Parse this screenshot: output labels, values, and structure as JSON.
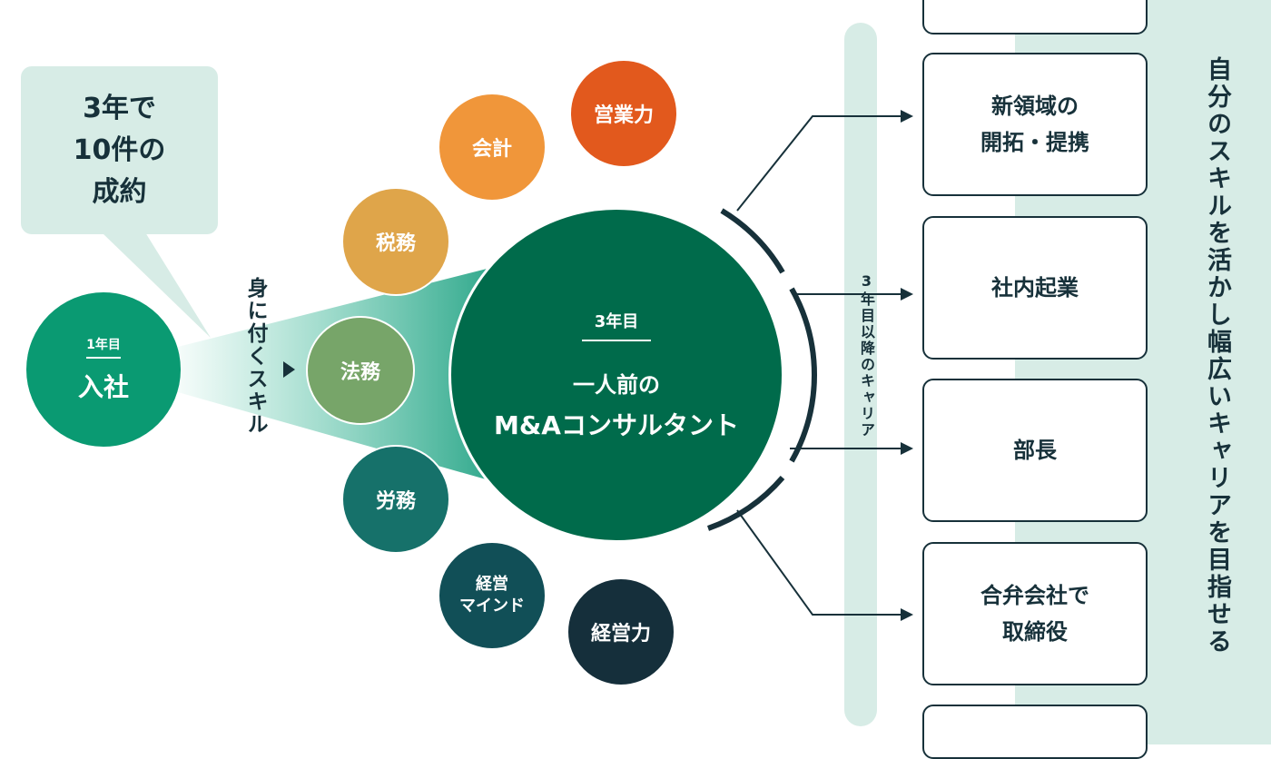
{
  "bubble": {
    "lines": [
      "3年で",
      "10件の",
      "成約"
    ]
  },
  "join": {
    "year": "1年目",
    "label": "入社"
  },
  "skills_label": "身に付くスキル",
  "skills": [
    {
      "id": "sales",
      "label": "営業力",
      "color": "#e2591d"
    },
    {
      "id": "accounting",
      "label": "会計",
      "color": "#f0963a"
    },
    {
      "id": "tax",
      "label": "税務",
      "color": "#dfa54a"
    },
    {
      "id": "legal",
      "label": "法務",
      "color": "#77a569"
    },
    {
      "id": "labor",
      "label": "労務",
      "color": "#16716a"
    },
    {
      "id": "mindset",
      "label": "経営 マインド",
      "lines": [
        "経営",
        "マインド"
      ],
      "color": "#114f57"
    },
    {
      "id": "management",
      "label": "経営力",
      "color": "#152f3b"
    }
  ],
  "main": {
    "year": "3年目",
    "line1": "一人前の",
    "line2": "M&Aコンサルタント"
  },
  "career_label": "3年目以降のキャリア",
  "careers": [
    {
      "lines": [
        "新領域の",
        "開拓・提携"
      ]
    },
    {
      "lines": [
        "社内起業"
      ]
    },
    {
      "lines": [
        "部長"
      ]
    },
    {
      "lines": [
        "合弁会社で",
        "取締役"
      ]
    }
  ],
  "right_text": "自分のスキルを活かし幅広いキャリアを目指せる",
  "colors": {
    "panel": "#d7ece6",
    "main_circle": "#006b4b",
    "join_circle": "#0a9a72",
    "ink": "#17313a"
  }
}
